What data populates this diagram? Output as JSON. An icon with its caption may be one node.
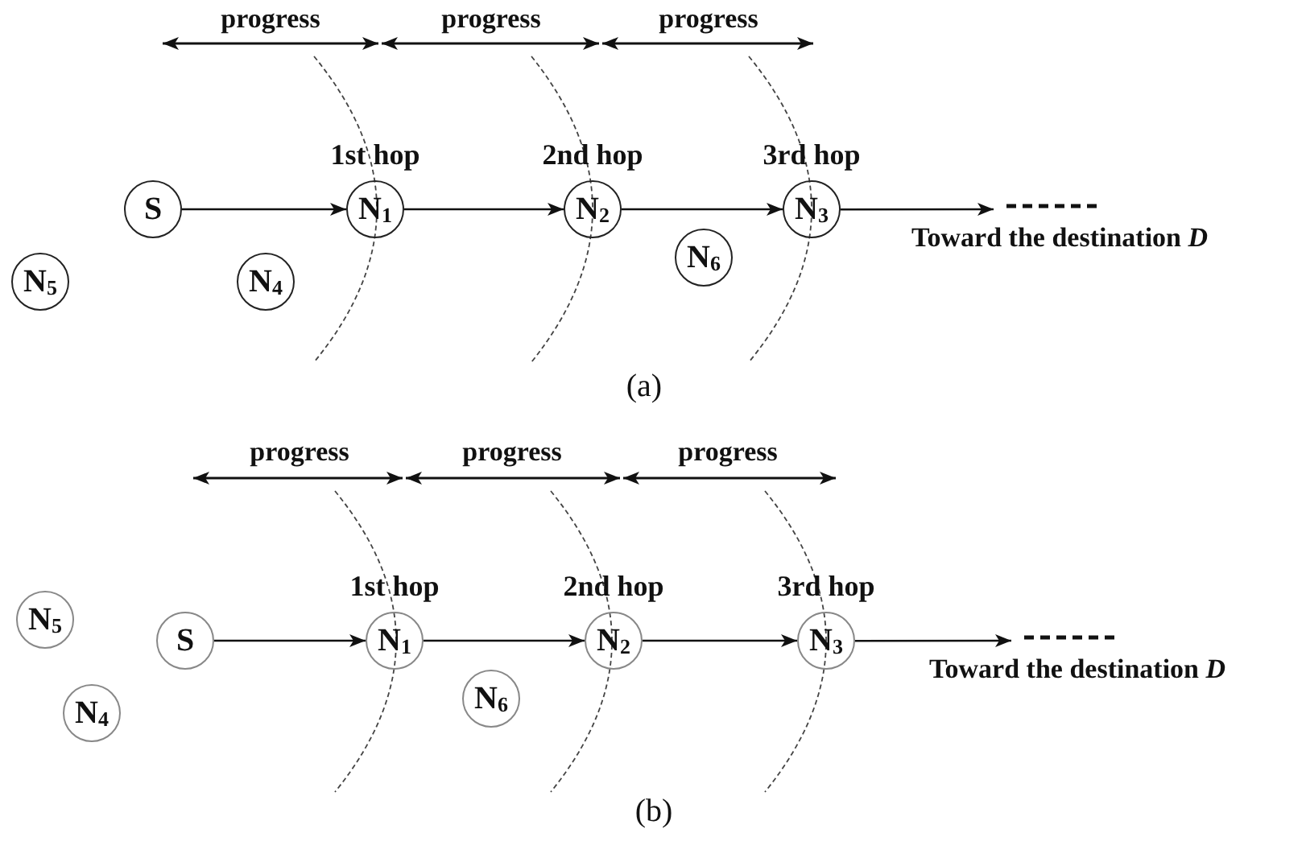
{
  "diagram": {
    "nodes": [
      {
        "text": [
          "S"
        ]
      },
      {
        "text": [
          "N$_{1}$"
        ],
        "beside": [
          "1st hop"
        ]
      },
      {
        "text": [
          "N$_{2}$"
        ],
        "beside": [
          "2nd hop"
        ]
      },
      {
        "text": [
          "N$_{3}$"
        ],
        "beside": [
          "3rd hop"
        ]
      },
      {
        "text": [
          "N$_{5}$"
        ]
      },
      {
        "text": [
          "N$_{4}$"
        ]
      },
      {
        "text": [
          "N$_{6}$"
        ]
      },
      {
        "text": [
          "S"
        ]
      },
      {
        "text": [
          "N$_{1}$"
        ],
        "beside": [
          "1st hop"
        ]
      },
      {
        "text": [
          "N$_{2}$"
        ],
        "beside": [
          "2nd hop"
        ]
      },
      {
        "text": [
          "N$_{3}$"
        ],
        "beside": [
          "3rd hop"
        ]
      },
      {
        "text": [
          "N$_{5}$"
        ]
      },
      {
        "text": [
          "N$_{4}$"
        ]
      },
      {
        "text": [
          "N$_{6}$"
        ]
      },
      {
        "text": [
          "Toward the destination *D*"
        ]
      },
      {
        "text": [
          "Toward the destination *D*"
        ]
      }
    ],
    "edges": [
      {
        "from": 0,
        "to": 1,
        "arrow": "to"
      },
      {
        "from": 1,
        "to": 2,
        "arrow": "to"
      },
      {
        "from": 2,
        "to": 3,
        "arrow": "to"
      },
      {
        "from": 3,
        "to": 14,
        "arrow": "to"
      },
      {
        "from": 7,
        "to": 8,
        "arrow": "to"
      },
      {
        "from": 8,
        "to": 9,
        "arrow": "to"
      },
      {
        "from": 9,
        "to": 10,
        "arrow": "to"
      },
      {
        "from": 10,
        "to": 15,
        "arrow": "to"
      }
    ],
    "labels": [
      "progress",
      "progress",
      "progress",
      "(a)",
      "progress",
      "progress",
      "progress",
      "(b)"
    ]
  }
}
